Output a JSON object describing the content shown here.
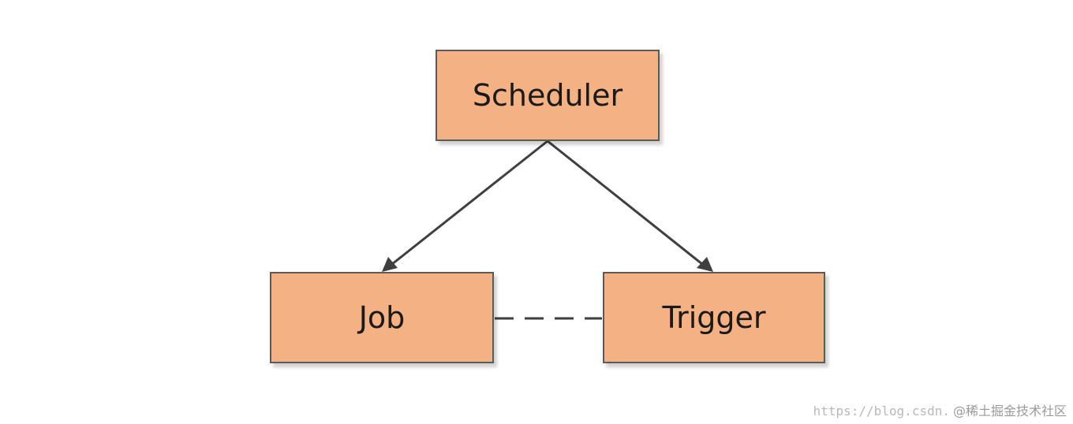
{
  "diagram": {
    "nodes": {
      "scheduler": "Scheduler",
      "job": "Job",
      "trigger": "Trigger"
    },
    "colors": {
      "node_fill": "#f4b183",
      "node_border": "#5a5a5a",
      "edge": "#3f3f3f"
    },
    "edges": [
      {
        "from": "scheduler",
        "to": "job",
        "style": "solid-arrow"
      },
      {
        "from": "scheduler",
        "to": "trigger",
        "style": "solid-arrow"
      },
      {
        "from": "job",
        "to": "trigger",
        "style": "dashed"
      }
    ]
  },
  "watermark": {
    "url": "https://blog.csdn.",
    "brand": "@稀土掘金技术社区"
  }
}
